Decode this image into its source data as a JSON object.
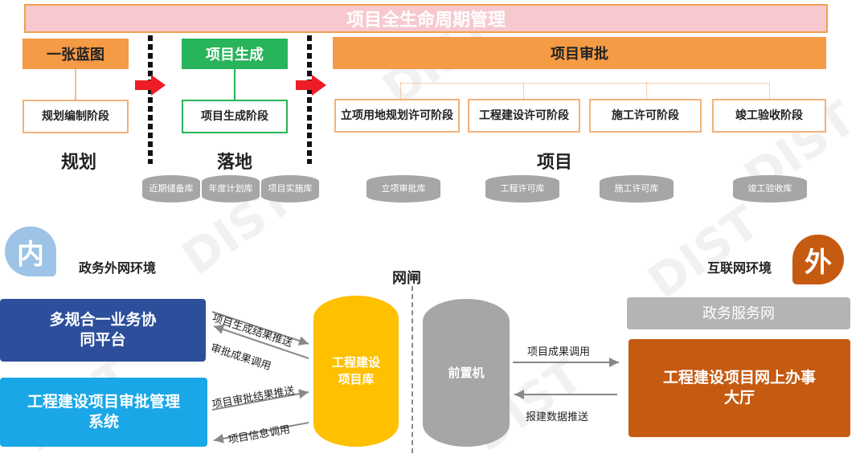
{
  "title": "项目全生命周期管理",
  "stages": {
    "blueprint": {
      "label": "一张蓝图",
      "sub": "规划编制阶段",
      "caption": "规划"
    },
    "generation": {
      "label": "项目生成",
      "sub": "项目生成阶段",
      "caption": "落地"
    },
    "approval": {
      "label": "项目审批",
      "subs": [
        "立项用地规划许可阶段",
        "工程建设许可阶段",
        "施工许可阶段",
        "竣工验收阶段"
      ],
      "caption": "项目"
    }
  },
  "databases": {
    "reserve": "近期储备库",
    "annual": "年度计划库",
    "implement": "项目实施库",
    "approval_db": "立项审批库",
    "eng_permit": "工程许可库",
    "construct_permit": "施工许可库",
    "completion": "竣工验收库"
  },
  "inner": {
    "badge": "内",
    "env": "政务外网环境"
  },
  "outer": {
    "badge": "外",
    "env": "互联网环境"
  },
  "gateway": "网闸",
  "platforms": {
    "collab": "多规合一业务协同平台",
    "approval_system": "工程建设项目审批管理系统",
    "project_db": "工程建设项目库",
    "frontend": "前置机",
    "gov_service": "政务服务网",
    "online_hall": "工程建设项目网上办事大厅"
  },
  "flows": {
    "gen_push": "项目生成结果推送",
    "approval_call": "审批成果调用",
    "approval_push": "项目审批结果推送",
    "info_call": "项目信息调用",
    "result_call": "项目成果调用",
    "data_push": "报建数据推送"
  },
  "watermark": "DIST",
  "colors": {
    "orange": "#f59a45",
    "green": "#28b45a",
    "red_arrow": "#ee1c25",
    "navy": "#2d4f9b",
    "cyan": "#1aa7e8",
    "yellow": "#ffc000",
    "gray": "#a6a6a6",
    "brown": "#c55a11",
    "inner_badge": "#9dc3e6"
  }
}
